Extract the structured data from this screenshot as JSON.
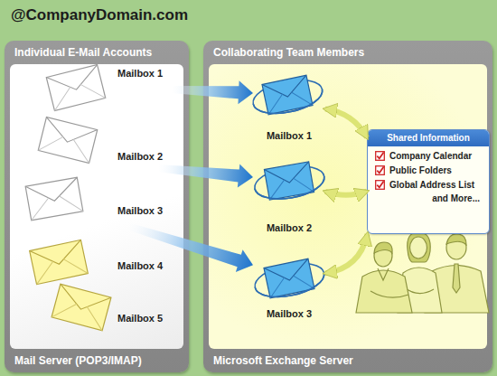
{
  "diagram": {
    "title": "@CompanyDomain.com",
    "nodes": [
      {
        "text": [
          "Individual E-Mail Accounts",
          "Mail Server (POP3/IMAP)"
        ]
      },
      {
        "text": [
          "Mailbox 1"
        ],
        "in": 0
      },
      {
        "text": [
          "Mailbox 2"
        ],
        "in": 0
      },
      {
        "text": [
          "Mailbox 3"
        ],
        "in": 0
      },
      {
        "text": [
          "Mailbox 4"
        ],
        "in": 0
      },
      {
        "text": [
          "Mailbox 5"
        ],
        "in": 0
      },
      {
        "text": [
          "Collaborating Team Members",
          "Microsoft Exchange Server"
        ]
      },
      {
        "text": [
          "Mailbox 1"
        ],
        "in": 6
      },
      {
        "text": [
          "Mailbox 2"
        ],
        "in": 6
      },
      {
        "text": [
          "Mailbox 3"
        ],
        "in": 6
      },
      {
        "text": [
          "Shared Information",
          "Company Calendar",
          "Public Folders",
          "Global Address List",
          "and More..."
        ],
        "in": 6
      }
    ],
    "edges": [
      {
        "from": 1,
        "to": 7,
        "arrow": "to"
      },
      {
        "from": 2,
        "to": 8,
        "arrow": "to"
      },
      {
        "from": 3,
        "to": 9,
        "arrow": "to"
      },
      {
        "from": 7,
        "to": 10,
        "arrow": "both"
      },
      {
        "from": 8,
        "to": 10,
        "arrow": "both"
      },
      {
        "from": 9,
        "to": 10,
        "arrow": "both"
      }
    ]
  }
}
